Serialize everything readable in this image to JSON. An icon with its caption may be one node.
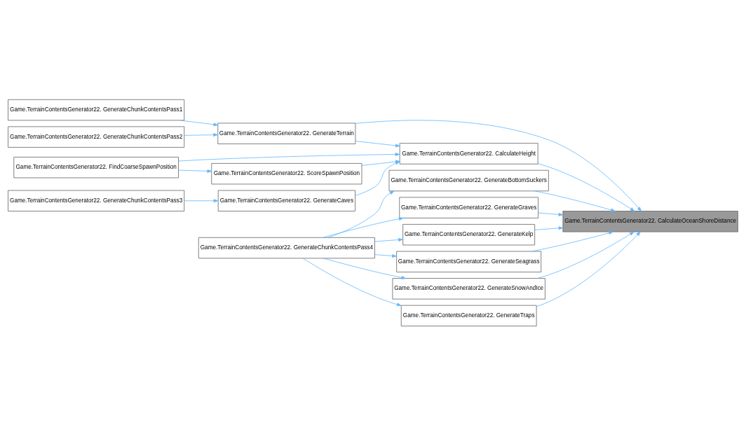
{
  "diagram": {
    "nodes": [
      {
        "text": [
          "Game.TerrainContentsGenerator22. CalculateOceanShoreDistance"
        ]
      },
      {
        "text": [
          "Game.TerrainContentsGenerator22. CalculateHeight"
        ]
      },
      {
        "text": [
          "Game.TerrainContentsGenerator22. GenerateTerrain"
        ]
      },
      {
        "text": [
          "Game.TerrainContentsGenerator22. GenerateBottomSuckers"
        ]
      },
      {
        "text": [
          "Game.TerrainContentsGenerator22. GenerateGraves"
        ]
      },
      {
        "text": [
          "Game.TerrainContentsGenerator22. GenerateKelp"
        ]
      },
      {
        "text": [
          "Game.TerrainContentsGenerator22. GenerateSeagrass"
        ]
      },
      {
        "text": [
          "Game.TerrainContentsGenerator22. GenerateSnowAndIce"
        ]
      },
      {
        "text": [
          "Game.TerrainContentsGenerator22. GenerateTraps"
        ]
      },
      {
        "text": [
          "Game.TerrainContentsGenerator22. FindCoarseSpawnPosition"
        ]
      },
      {
        "text": [
          "Game.TerrainContentsGenerator22. ScoreSpawnPosition"
        ]
      },
      {
        "text": [
          "Game.TerrainContentsGenerator22. GenerateCaves"
        ]
      },
      {
        "text": [
          "Game.TerrainContentsGenerator22. GenerateChunkContentsPass3"
        ]
      },
      {
        "text": [
          "Game.TerrainContentsGenerator22. GenerateChunkContentsPass1"
        ]
      },
      {
        "text": [
          "Game.TerrainContentsGenerator22. GenerateChunkContentsPass2"
        ]
      },
      {
        "text": [
          "Game.TerrainContentsGenerator22. GenerateChunkContentsPass4"
        ]
      }
    ],
    "edges": [
      {
        "from": 1,
        "to": 0,
        "arrow": "to"
      },
      {
        "from": 2,
        "to": 0,
        "arrow": "to"
      },
      {
        "from": 3,
        "to": 0,
        "arrow": "to"
      },
      {
        "from": 4,
        "to": 0,
        "arrow": "to"
      },
      {
        "from": 5,
        "to": 0,
        "arrow": "to"
      },
      {
        "from": 6,
        "to": 0,
        "arrow": "to"
      },
      {
        "from": 7,
        "to": 0,
        "arrow": "to"
      },
      {
        "from": 8,
        "to": 0,
        "arrow": "to"
      },
      {
        "from": 9,
        "to": 1,
        "arrow": "to"
      },
      {
        "from": 10,
        "to": 1,
        "arrow": "to"
      },
      {
        "from": 11,
        "to": 1,
        "arrow": "to"
      },
      {
        "from": 2,
        "to": 1,
        "arrow": "to"
      },
      {
        "from": 9,
        "to": 10,
        "arrow": "to"
      },
      {
        "from": 12,
        "to": 11,
        "arrow": "to"
      },
      {
        "from": 13,
        "to": 2,
        "arrow": "to"
      },
      {
        "from": 14,
        "to": 2,
        "arrow": "to"
      },
      {
        "from": 15,
        "to": 3,
        "arrow": "to"
      },
      {
        "from": 15,
        "to": 4,
        "arrow": "to"
      },
      {
        "from": 15,
        "to": 5,
        "arrow": "to"
      },
      {
        "from": 15,
        "to": 6,
        "arrow": "to"
      },
      {
        "from": 15,
        "to": 7,
        "arrow": "to"
      },
      {
        "from": 15,
        "to": 8,
        "arrow": "to"
      }
    ]
  }
}
